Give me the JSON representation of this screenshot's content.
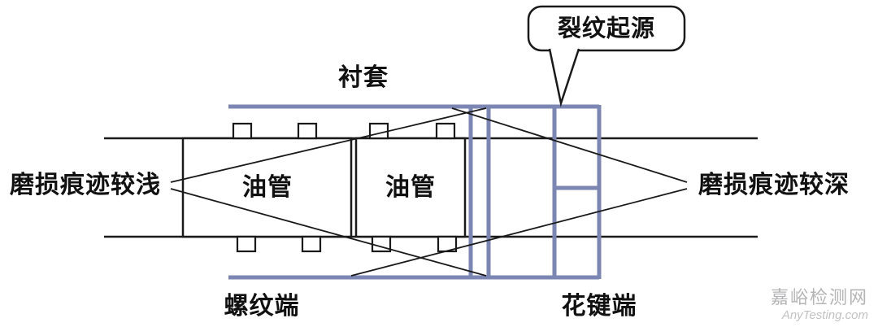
{
  "labels": {
    "crack_origin": "裂纹起源",
    "bushing": "衬套",
    "wear_shallow": "磨损痕迹较浅",
    "wear_deep": "磨损痕迹较深",
    "oil_pipe_left": "油管",
    "oil_pipe_right": "油管",
    "threaded_end": "螺纹端",
    "spline_end": "花键端"
  },
  "watermark": {
    "name": "嘉峪检测网",
    "url": "AnyTesting.com"
  },
  "colors": {
    "bushing_line": "#7c86b2",
    "pipe_line": "#1a1a1a",
    "watermark_gray": "#b4b4b6"
  }
}
